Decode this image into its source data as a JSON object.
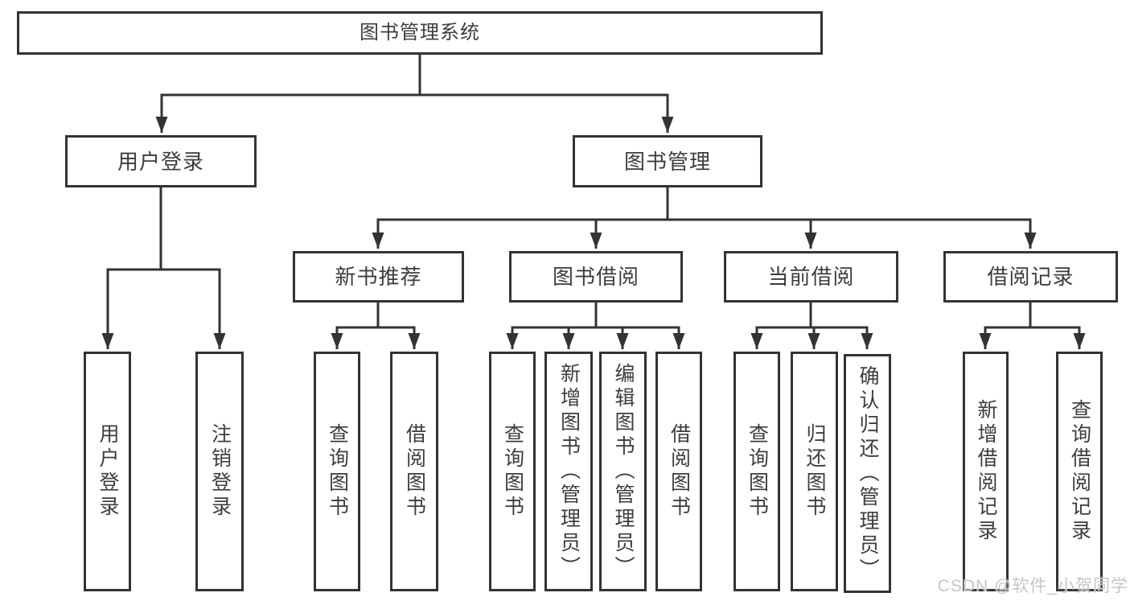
{
  "tree": {
    "root": {
      "label": "图书管理系统"
    },
    "branches": [
      {
        "label": "用户登录",
        "leaves": [
          {
            "label": "用户登录"
          },
          {
            "label": "注销登录"
          }
        ]
      },
      {
        "label": "图书管理",
        "children": [
          {
            "label": "新书推荐",
            "leaves": [
              {
                "label": "查询图书"
              },
              {
                "label": "借阅图书"
              }
            ]
          },
          {
            "label": "图书借阅",
            "leaves": [
              {
                "label": "查询图书"
              },
              {
                "label": "新增图书（管理员）"
              },
              {
                "label": "编辑图书（管理员）"
              },
              {
                "label": "借阅图书"
              }
            ]
          },
          {
            "label": "当前借阅",
            "leaves": [
              {
                "label": "查询图书"
              },
              {
                "label": "归还图书"
              },
              {
                "label": "确认归还（管理员）"
              }
            ]
          },
          {
            "label": "借阅记录",
            "leaves": [
              {
                "label": "新增借阅记录"
              },
              {
                "label": "查询借阅记录"
              }
            ]
          }
        ]
      }
    ]
  },
  "watermark": {
    "text": "CSDN @软件_小贺同学"
  },
  "colors": {
    "line": "#333333",
    "box_border": "#333333",
    "box_fill": "#ffffff",
    "text": "#3d3d3d",
    "watermark": "#c6c6c6",
    "background": "#ffffff"
  }
}
